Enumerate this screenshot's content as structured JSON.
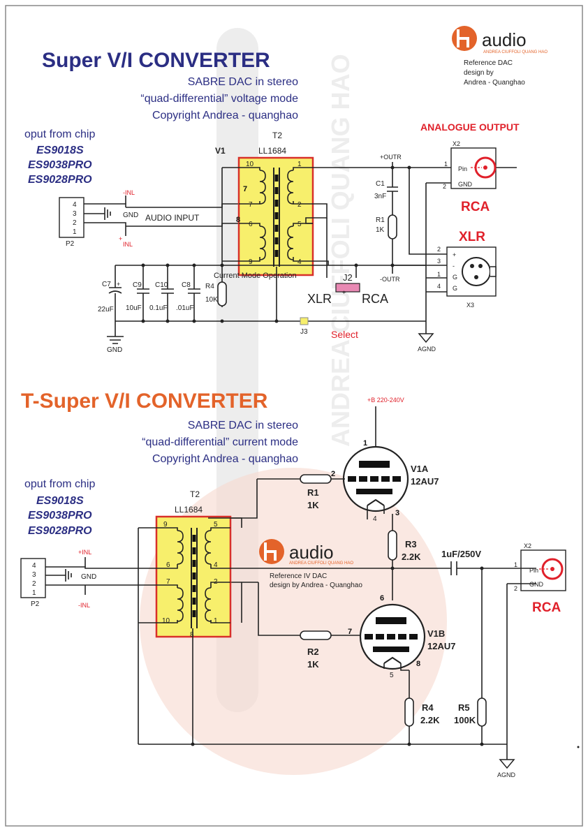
{
  "colors": {
    "navy": "#2b2e83",
    "orange": "#e3632a",
    "red": "#e0202a",
    "yellow": "#f7ef6c",
    "xfmr_border": "#d8302a"
  },
  "logo": {
    "brand": "audio",
    "sub": "ANDREA CIUFFOLI QUANG HAO"
  },
  "top": {
    "title": "Super V/I CONVERTER",
    "sub1": "SABRE DAC in stereo",
    "sub2": "“quad-differential” voltage mode",
    "sub3": "Copyright Andrea - quanghao",
    "ref1": "Reference DAC",
    "ref2": "design by",
    "ref3": "Andrea - Quanghao",
    "oput": "oput from chip",
    "chips": [
      "ES9018S",
      "ES9038PRO",
      "ES9028PRO"
    ],
    "analogue": "ANALOGUE OUTPUT",
    "t2": "T2",
    "ll": "LL1684",
    "v1": "V1",
    "audio_input": "AUDIO INPUT",
    "current_mode": "Current Mode Operation",
    "inl_neg": "-INL",
    "inl_pos": "INL",
    "plus": "+",
    "minus": "-",
    "gnd": "GND",
    "p2": "P2",
    "p2_pins": [
      "4",
      "3",
      "2",
      "1"
    ],
    "xf_pins": {
      "p10": "10",
      "p7": "7",
      "p6": "6",
      "p9": "9",
      "p1": "1",
      "p2": "2",
      "p5": "5",
      "p4": "4",
      "p8": "8"
    },
    "outr_pos": "+OUTR",
    "outr_neg": "-OUTR",
    "c1": "C1",
    "c1v": "3nF",
    "r1": "R1",
    "r1v": "1K",
    "c7": "C7",
    "c7v": "22uF",
    "c9": "C9",
    "c9v": "10uF",
    "c10": "C10",
    "c10v": "0.1uF",
    "c8": "C8",
    "c8v": ".01uF",
    "r4": "R4",
    "r4v": "10K",
    "j2": "J2",
    "xlr_sel": "XLR",
    "rca_sel": "RCA",
    "j3": "J3",
    "select": "Select",
    "gnd_lbl": "GND",
    "agnd": "AGND",
    "x2": "X2",
    "pin": "Pin",
    "gnd_pin": "GND",
    "rca_big": "RCA",
    "xlr_big": "XLR",
    "x3": "X3",
    "x3_pins": [
      "2",
      "3",
      "1",
      "4"
    ],
    "x3_g": "G",
    "one": "1",
    "two": "2"
  },
  "bottom": {
    "title": "T-Super V/I CONVERTER",
    "sub1": "SABRE DAC in stereo",
    "sub2": "“quad-differential” current mode",
    "sub3": "Copyright Andrea - quanghao",
    "oput": "oput from chip",
    "chips": [
      "ES9018S",
      "ES9038PRO",
      "ES9028PRO"
    ],
    "b_plus": "+B 220-240V",
    "t2": "T2",
    "ll": "LL1684",
    "inl_pos": "+INL",
    "inl_neg": "-INL",
    "gnd": "GND",
    "p2": "P2",
    "p2_pins": [
      "4",
      "3",
      "2",
      "1"
    ],
    "xf_pins": {
      "p9": "9",
      "p6": "6",
      "p7": "7",
      "p10": "10",
      "p5": "5",
      "p4": "4",
      "p2": "2",
      "p1": "1",
      "p8": "8"
    },
    "ref1": "Reference IV DAC",
    "ref2": "design by Andrea - Quanghao",
    "v1a": "V1A",
    "v1a_t": "12AU7",
    "v1b": "V1B",
    "v1b_t": "12AU7",
    "tube_pins": {
      "p1": "1",
      "p2": "2",
      "p3": "3",
      "p4": "4",
      "p5": "5",
      "p6": "6",
      "p7": "7",
      "p8": "8"
    },
    "r1": "R1",
    "r1v": "1K",
    "r2": "R2",
    "r2v": "1K",
    "r3": "R3",
    "r3v": "2.2K",
    "r4": "R4",
    "r4v": "2.2K",
    "r5": "R5",
    "r5v": "100K",
    "cap": "1uF/250V",
    "x2": "X2",
    "pin": "Pin",
    "gnd_pin": "GND",
    "one": "1",
    "two": "2",
    "rca_big": "RCA",
    "agnd": "AGND"
  }
}
